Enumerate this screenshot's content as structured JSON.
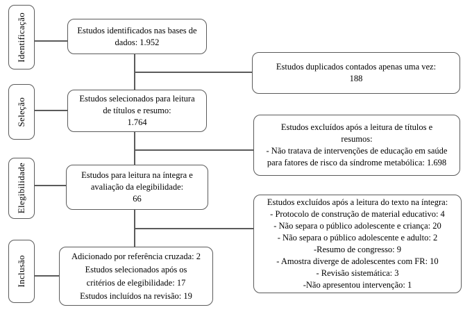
{
  "diagram": {
    "title_semantic": "PRISMA flow diagram of study selection",
    "colors": {
      "background": "#ffffff",
      "box_fill": "#ffffff",
      "box_border": "#5a5a5a",
      "connector": "#5a5a5a",
      "text": "#000000"
    },
    "stages": [
      {
        "label": "Identificação"
      },
      {
        "label": "Seleção"
      },
      {
        "label": "Elegibilidade"
      },
      {
        "label": "Inclusão"
      }
    ],
    "boxes": {
      "identified": {
        "text": "Estudos identificados nas bases de\ndados: 1.952"
      },
      "duplicates": {
        "text": "Estudos duplicados contados apenas uma vez:\n188"
      },
      "title_abstract": {
        "text": "Estudos selecionados para leitura\nde títulos e resumo:\n1.764"
      },
      "excluded_title_abstract": {
        "text": "Estudos excluídos após a leitura de títulos e\nresumos:\n- Não tratava de intervenções de educação em saúde\npara fatores de risco da síndrome metabólica: 1.698"
      },
      "fulltext": {
        "text": "Estudos para leitura na íntegra e\navaliação da elegibilidade:\n66"
      },
      "excluded_fulltext": {
        "text": "Estudos excluídos após a leitura do texto na íntegra:\n- Protocolo de construção de material educativo: 4\n- Não separa o público adolescente e criança: 20\n- Não separa o público adolescente e adulto: 2\n-Resumo de congresso: 9\n- Amostra diverge de adolescentes com FR: 10\n- Revisão sistemática: 3\n-Não apresentou intervenção: 1"
      },
      "included": {
        "text": "Adicionado por referência cruzada: 2\nEstudos selecionados após os\ncritérios de elegibilidade: 17\nEstudos incluídos na revisão: 19"
      }
    }
  }
}
